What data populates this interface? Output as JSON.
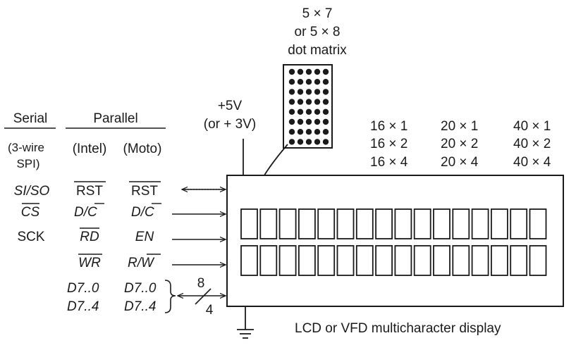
{
  "matrix": {
    "line1": "5 × 7",
    "line2": "or 5 × 8",
    "line3": "dot matrix",
    "cols": 5,
    "rows": 8
  },
  "supply": {
    "line1": "+5V",
    "line2": "(or + 3V)"
  },
  "formats": [
    [
      "16 × 1",
      "16 × 2",
      "16 × 4"
    ],
    [
      "20 × 1",
      "20 × 2",
      "20 × 4"
    ],
    [
      "40 × 1",
      "40 × 2",
      "40 × 4"
    ]
  ],
  "headers": {
    "serial": "Serial",
    "parallel": "Parallel",
    "serial_sub1": "(3-wire",
    "serial_sub2": "SPI)",
    "intel": "(Intel)",
    "moto": "(Moto)"
  },
  "signals": {
    "si_so": "SI/SO",
    "cs": "CS",
    "sck": "SCK",
    "rst_intel": "RST",
    "rst_moto": "RST",
    "dc_intel_d": "D/",
    "dc_intel_c": "C",
    "dc_moto_d": "D/",
    "dc_moto_c": "C",
    "rd": "RD",
    "en": "EN",
    "wr": "WR",
    "rw_r": "R/",
    "rw_w": "W",
    "d70_intel": "D7..0",
    "d74_intel": "D7..4",
    "d70_moto": "D7..0",
    "d74_moto": "D7..4"
  },
  "bus": {
    "width8": "8",
    "width4": "4"
  },
  "display": {
    "caption": "LCD or VFD multicharacter display",
    "cells_per_row": 16,
    "rows": 2
  }
}
